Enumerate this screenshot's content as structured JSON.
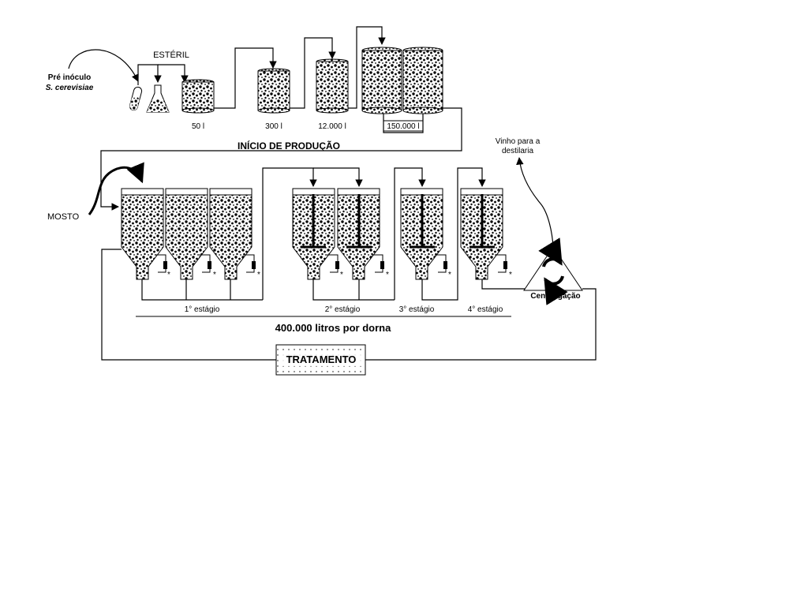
{
  "labels": {
    "pre_inoculo": "Pré inóculo",
    "organism": "S. cerevisiae",
    "esteril": "ESTÉRIL",
    "inicio_producao": "INÍCIO DE PRODUÇÃO",
    "mosto": "MOSTO",
    "vinho_line1": "Vinho para a",
    "vinho_line2": "destilaria",
    "centrifugacao": "Centifugação",
    "volume_dorna": "400.000 litros por dorna",
    "tratamento": "TRATAMENTO",
    "star": "*"
  },
  "seed_tanks": [
    "50 l",
    "300 l",
    "12.000 l",
    "150.000 l"
  ],
  "stages": [
    "1° estágio",
    "2° estágio",
    "3° estágio",
    "4° estágio"
  ]
}
